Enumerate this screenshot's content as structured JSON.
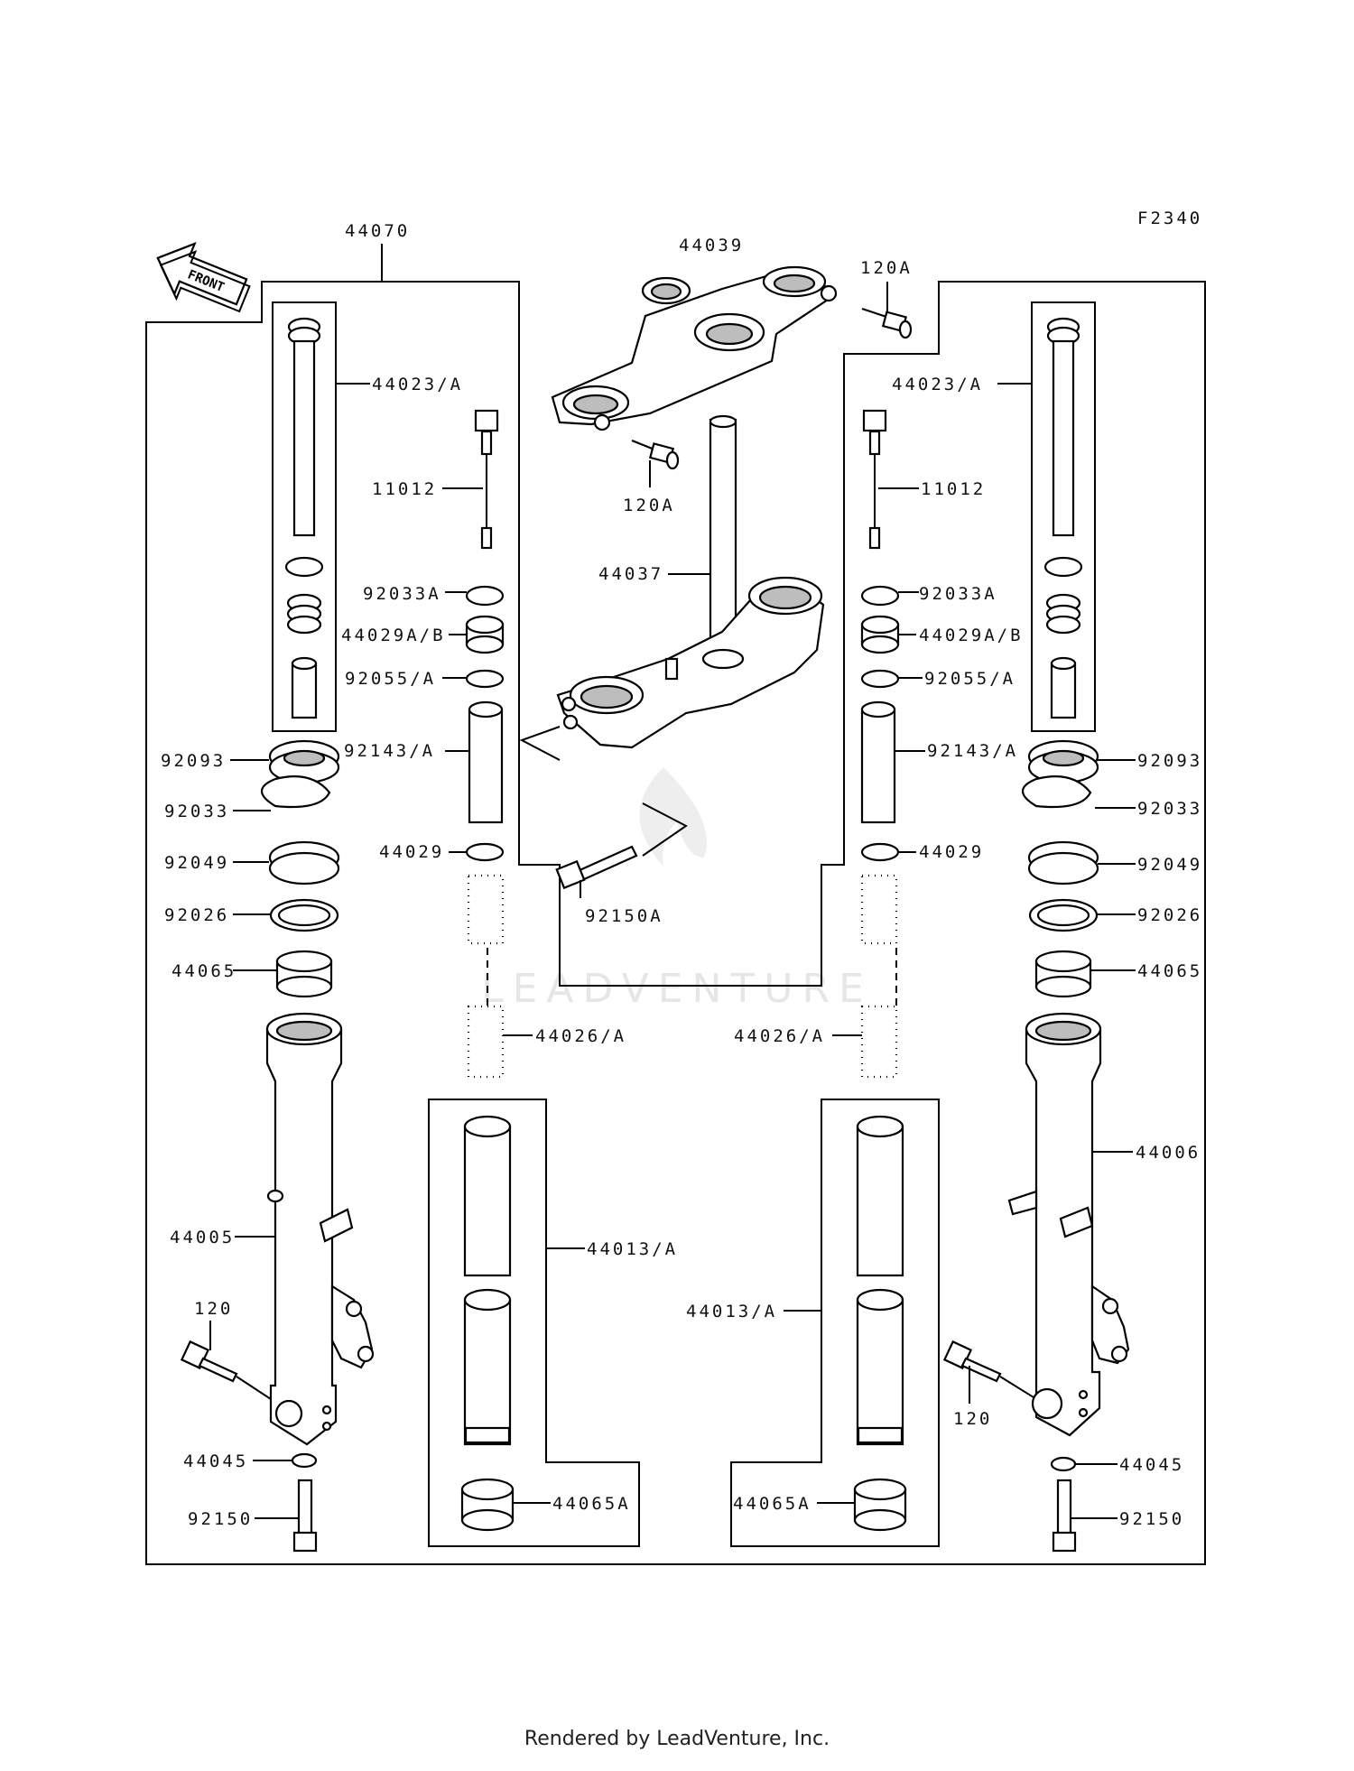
{
  "figure_code": "F2340",
  "front_arrow": "FRONT",
  "watermark": "LEADVENTURE",
  "footer": "Rendered by LeadVenture, Inc.",
  "labels": {
    "l44070": "44070",
    "l44039": "44039",
    "l120A_top": "120A",
    "l120A_mid": "120A",
    "l44023A_left": "44023/A",
    "l44023A_right": "44023/A",
    "l11012_left": "11012",
    "l11012_right": "11012",
    "l44037": "44037",
    "l92033A_left": "92033A",
    "l92033A_right": "92033A",
    "l44029AB_left": "44029A/B",
    "l44029AB_right": "44029A/B",
    "l92055A_left": "92055/A",
    "l92055A_right": "92055/A",
    "l92093_left": "92093",
    "l92093_right": "92093",
    "l92143A_left": "92143/A",
    "l92143A_right": "92143/A",
    "l92033_left": "92033",
    "l92033_right": "92033",
    "l92049_left": "92049",
    "l92049_right": "92049",
    "l44029_left": "44029",
    "l44029_right": "44029",
    "l92150A": "92150A",
    "l92026_left": "92026",
    "l92026_right": "92026",
    "l44065_left": "44065",
    "l44065_right": "44065",
    "l44026A_left": "44026/A",
    "l44026A_right": "44026/A",
    "l44006": "44006",
    "l44005": "44005",
    "l44013A_left": "44013/A",
    "l44013A_right": "44013/A",
    "l120_left": "120",
    "l120_right": "120",
    "l44045_left": "44045",
    "l44045_right": "44045",
    "l44065A_left": "44065A",
    "l44065A_right": "44065A",
    "l92150_left": "92150",
    "l92150_right": "92150"
  }
}
